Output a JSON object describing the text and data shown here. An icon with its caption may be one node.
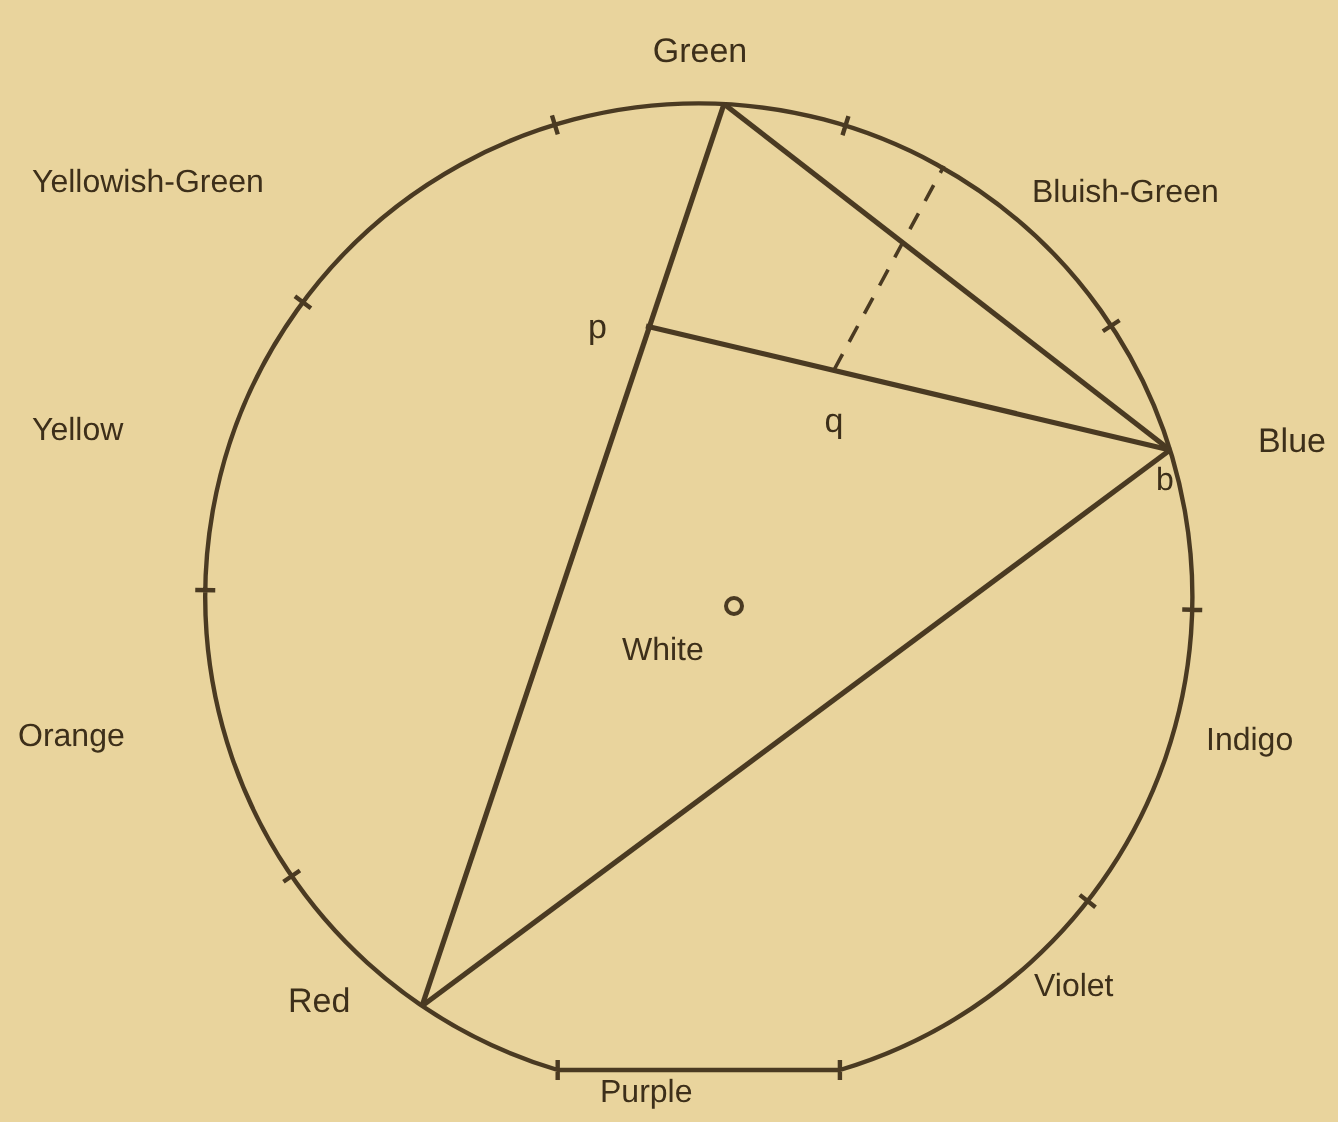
{
  "diagram": {
    "nodes": [
      {
        "text": [
          "Green"
        ]
      },
      {
        "text": [
          "Blue"
        ]
      },
      {
        "text": [
          "Red"
        ]
      },
      {
        "text": [
          "p"
        ]
      },
      {
        "text": [
          "q"
        ]
      }
    ],
    "edges": [
      {
        "from": 0,
        "to": 2,
        "arrow": "none"
      },
      {
        "from": 0,
        "to": 1,
        "arrow": "none"
      },
      {
        "from": 2,
        "to": 1,
        "arrow": "none"
      },
      {
        "from": 3,
        "to": 1,
        "arrow": "none"
      },
      {
        "from": 4,
        "to": null,
        "arrow": "none",
        "style": "dashed"
      }
    ],
    "labels": [
      "Yellowish-Green",
      "Bluish-Green",
      "Yellow",
      "b",
      "White",
      "Orange",
      "Indigo",
      "Violet",
      "Purple"
    ]
  }
}
